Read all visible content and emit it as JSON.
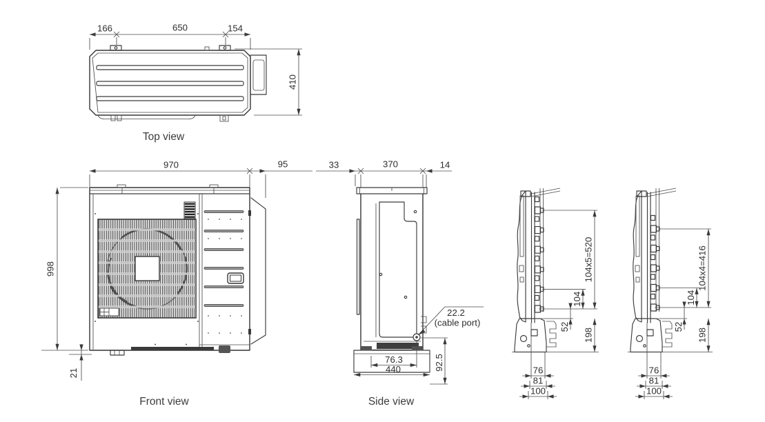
{
  "drawing": {
    "top_view": {
      "caption": "Top view",
      "dim_left": "166",
      "dim_mid": "650",
      "dim_right": "154",
      "dim_depth": "410"
    },
    "front_view": {
      "caption": "Front view",
      "dim_width": "970",
      "dim_side": "95",
      "dim_height": "998",
      "dim_base": "21"
    },
    "side_view": {
      "caption": "Side view",
      "dim_back": "33",
      "dim_depth": "370",
      "dim_front": "14",
      "cable_size": "22.2",
      "cable_label": "(cable port)",
      "dim_cable_x": "76.3",
      "dim_base_w": "440",
      "dim_cable_h": "92.5"
    },
    "pipe_profile_a": {
      "dim_pitch_total": "104x5=520",
      "dim_pitch": "104",
      "dim_gap": "52",
      "dim_lower": "198",
      "dim_w1": "76",
      "dim_w2": "81",
      "dim_w3": "100"
    },
    "pipe_profile_b": {
      "dim_pitch_total": "104x4=416",
      "dim_pitch": "104",
      "dim_gap": "52",
      "dim_lower": "198",
      "dim_w1": "76",
      "dim_w2": "81",
      "dim_w3": "100"
    }
  }
}
